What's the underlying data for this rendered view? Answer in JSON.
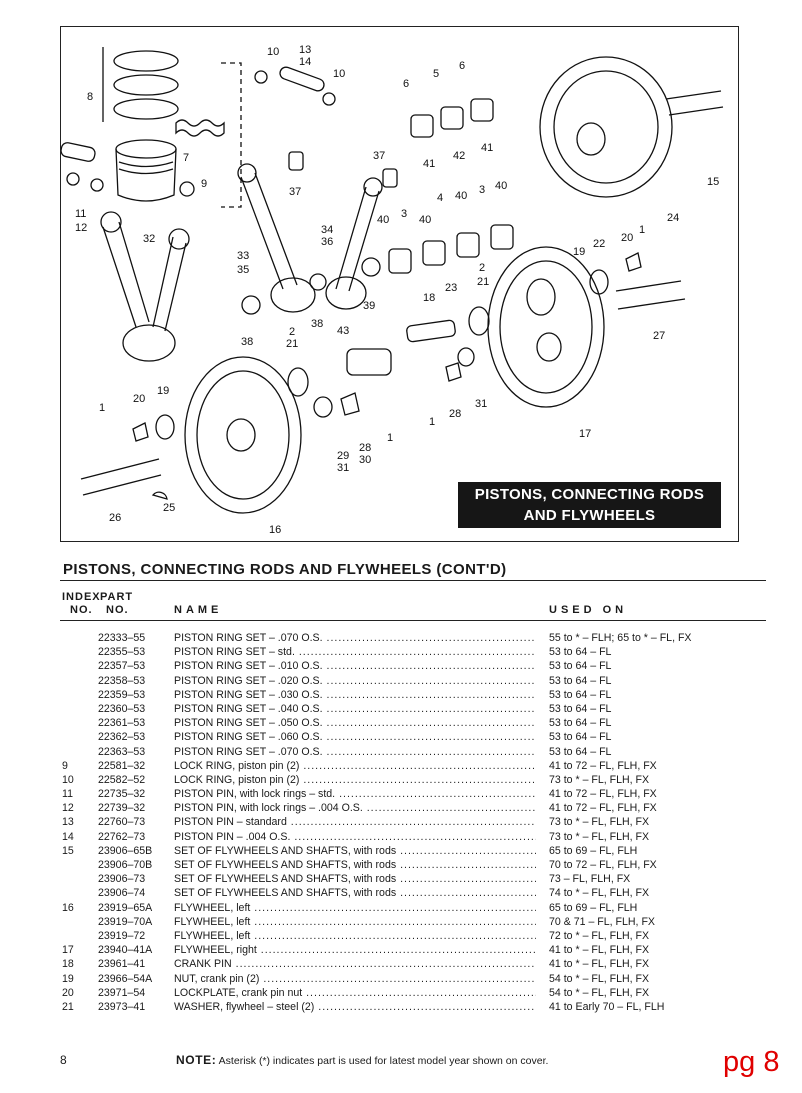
{
  "diagram": {
    "panel_title_line1": "PISTONS, CONNECTING RODS",
    "panel_title_line2": "AND FLYWHEELS",
    "callouts": [
      "10",
      "13",
      "14",
      "10",
      "8",
      "6",
      "5",
      "6",
      "7",
      "9",
      "37",
      "41",
      "42",
      "41",
      "15",
      "37",
      "40",
      "4",
      "40",
      "3",
      "40",
      "34",
      "36",
      "3",
      "40",
      "24",
      "11",
      "12",
      "32",
      "33",
      "35",
      "1",
      "20",
      "19",
      "22",
      "2",
      "21",
      "23",
      "18",
      "39",
      "38",
      "38",
      "43",
      "2",
      "21",
      "27",
      "1",
      "28",
      "31",
      "20",
      "19",
      "1",
      "29",
      "31",
      "28",
      "30",
      "1",
      "17",
      "26",
      "25",
      "16"
    ]
  },
  "section": {
    "title": "PISTONS, CONNECTING RODS AND FLYWHEELS (CONT'D)"
  },
  "headers": {
    "index_l1": "INDEX",
    "index_l2": "NO.",
    "part_l1": "PART",
    "part_l2": "NO.",
    "name": "NAME",
    "used": "USED ON"
  },
  "rows": [
    {
      "idx": "",
      "part": "22333–55",
      "name": "PISTON RING SET – .070 O.S.",
      "used": "55 to * – FLH; 65 to * – FL, FX"
    },
    {
      "idx": "",
      "part": "22355–53",
      "name": "PISTON RING SET – std.",
      "used": "53 to 64 – FL"
    },
    {
      "idx": "",
      "part": "22357–53",
      "name": "PISTON RING SET – .010 O.S.",
      "used": "53 to 64 – FL"
    },
    {
      "idx": "",
      "part": "22358–53",
      "name": "PISTON RING SET – .020 O.S.",
      "used": "53 to 64 – FL"
    },
    {
      "idx": "",
      "part": "22359–53",
      "name": "PISTON RING SET – .030 O.S.",
      "used": "53 to 64 – FL"
    },
    {
      "idx": "",
      "part": "22360–53",
      "name": "PISTON RING SET – .040 O.S.",
      "used": "53 to 64 – FL"
    },
    {
      "idx": "",
      "part": "22361–53",
      "name": "PISTON RING SET – .050 O.S.",
      "used": "53 to 64 – FL"
    },
    {
      "idx": "",
      "part": "22362–53",
      "name": "PISTON RING SET – .060 O.S.",
      "used": "53 to 64 – FL"
    },
    {
      "idx": "",
      "part": "22363–53",
      "name": "PISTON RING SET – .070 O.S.",
      "used": "53 to 64 – FL"
    },
    {
      "idx": "9",
      "part": "22581–32",
      "name": "LOCK RING, piston pin (2)",
      "used": "41 to 72 – FL, FLH, FX"
    },
    {
      "idx": "10",
      "part": "22582–52",
      "name": "LOCK RING, piston pin (2)",
      "used": "73 to * – FL, FLH, FX"
    },
    {
      "idx": "11",
      "part": "22735–32",
      "name": "PISTON PIN, with lock rings – std.",
      "used": "41 to 72 – FL, FLH, FX"
    },
    {
      "idx": "12",
      "part": "22739–32",
      "name": "PISTON PIN, with lock rings – .004 O.S.",
      "used": "41 to 72 – FL, FLH, FX"
    },
    {
      "idx": "13",
      "part": "22760–73",
      "name": "PISTON PIN – standard",
      "used": "73 to * – FL, FLH, FX"
    },
    {
      "idx": "14",
      "part": "22762–73",
      "name": "PISTON PIN – .004 O.S.",
      "used": "73 to * – FL, FLH, FX"
    },
    {
      "idx": "15",
      "part": "23906–65B",
      "name": "SET OF FLYWHEELS AND SHAFTS, with rods",
      "used": "65 to 69 – FL, FLH"
    },
    {
      "idx": "",
      "part": "23906–70B",
      "name": "SET OF FLYWHEELS AND SHAFTS, with rods",
      "used": "70 to 72 – FL, FLH, FX"
    },
    {
      "idx": "",
      "part": "23906–73",
      "name": "SET OF FLYWHEELS AND SHAFTS, with rods",
      "used": "73 – FL, FLH, FX"
    },
    {
      "idx": "",
      "part": "23906–74",
      "name": "SET OF FLYWHEELS AND SHAFTS, with rods",
      "used": "74 to * – FL, FLH, FX"
    },
    {
      "idx": "16",
      "part": "23919–65A",
      "name": "FLYWHEEL, left",
      "used": "65 to 69 – FL, FLH"
    },
    {
      "idx": "",
      "part": "23919–70A",
      "name": "FLYWHEEL, left",
      "used": "70 & 71 – FL, FLH, FX"
    },
    {
      "idx": "",
      "part": "23919–72",
      "name": "FLYWHEEL, left",
      "used": "72 to * – FL, FLH, FX"
    },
    {
      "idx": "17",
      "part": "23940–41A",
      "name": "FLYWHEEL, right",
      "used": "41 to * – FL, FLH, FX"
    },
    {
      "idx": "18",
      "part": "23961–41",
      "name": "CRANK PIN",
      "used": "41 to * – FL, FLH, FX"
    },
    {
      "idx": "19",
      "part": "23966–54A",
      "name": "NUT, crank pin (2)",
      "used": "54 to * – FL, FLH, FX"
    },
    {
      "idx": "20",
      "part": "23971–54",
      "name": "LOCKPLATE, crank pin nut",
      "used": "54 to * – FL, FLH, FX"
    },
    {
      "idx": "21",
      "part": "23973–41",
      "name": "WASHER, flywheel – steel (2)",
      "used": "41 to Early 70 – FL, FLH"
    }
  ],
  "footer": {
    "page_number": "8",
    "note_label": "NOTE:",
    "note_text": " Asterisk (*) indicates part is used for latest model year shown on cover.",
    "pg_label": "pg 8"
  }
}
